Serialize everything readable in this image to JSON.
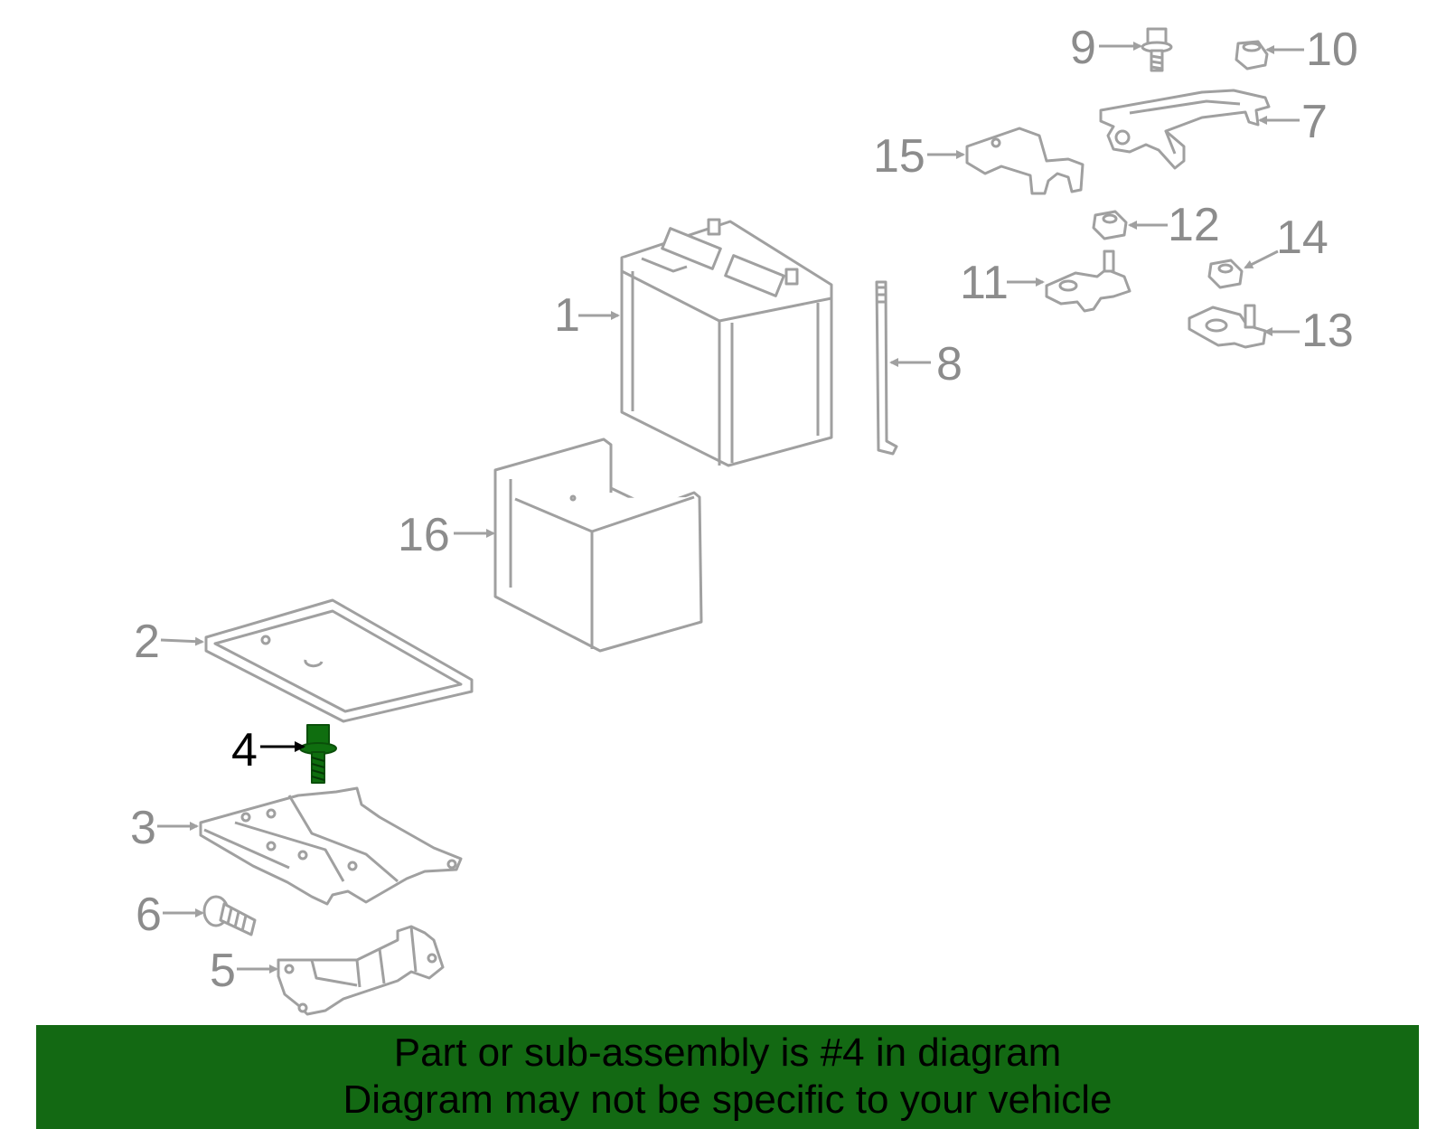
{
  "diagram": {
    "colors": {
      "part_line": "#a0a0a0",
      "callout_text": "#8c8c8c",
      "highlight": "#0f6e0f",
      "highlight_dark": "#0a4f0a",
      "highlight_label": "#000000",
      "banner": "#136913"
    },
    "highlighted_part": "4",
    "callouts": {
      "c1": "1",
      "c2": "2",
      "c3": "3",
      "c4": "4",
      "c5": "5",
      "c6": "6",
      "c7": "7",
      "c8": "8",
      "c9": "9",
      "c10": "10",
      "c11": "11",
      "c12": "12",
      "c13": "13",
      "c14": "14",
      "c15": "15",
      "c16": "16"
    }
  },
  "footer": {
    "line1": "Part or sub-assembly is #4 in diagram",
    "line2": "Diagram may not be specific to your vehicle"
  }
}
